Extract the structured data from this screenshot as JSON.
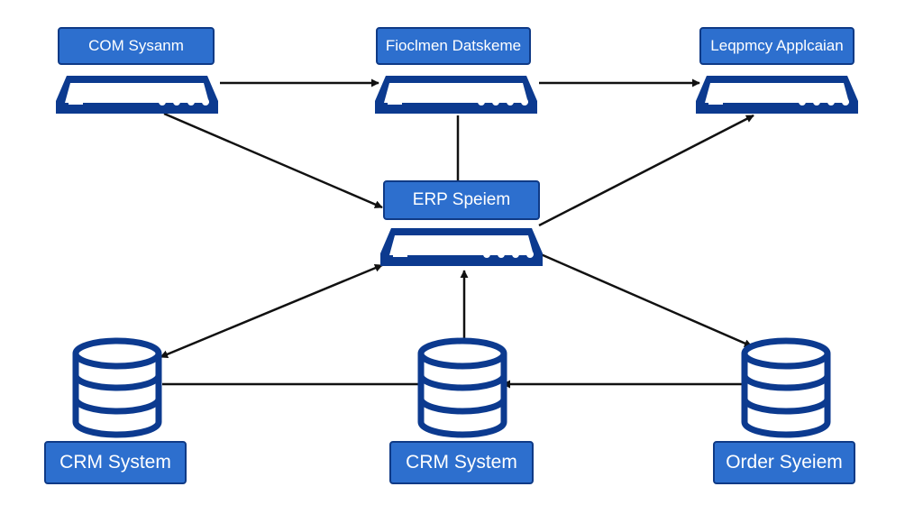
{
  "colors": {
    "box_fill": "#2d6fce",
    "box_border": "#0f3a86",
    "device": "#0c3a8f",
    "line": "#111111"
  },
  "nodes": {
    "top_left": {
      "label": "COM Sysanm",
      "icon": "server-icon"
    },
    "top_center": {
      "label": "Fioclmen Datskeme",
      "icon": "server-icon"
    },
    "top_right": {
      "label": "Leqpmcy Applcaian",
      "icon": "server-icon"
    },
    "center": {
      "label": "ERP Speiem",
      "icon": "server-icon"
    },
    "bottom_left": {
      "label": "CRM System",
      "icon": "database-icon"
    },
    "bottom_center": {
      "label": "CRM System",
      "icon": "database-icon"
    },
    "bottom_right": {
      "label": "Order Syeiem",
      "icon": "database-icon"
    }
  }
}
